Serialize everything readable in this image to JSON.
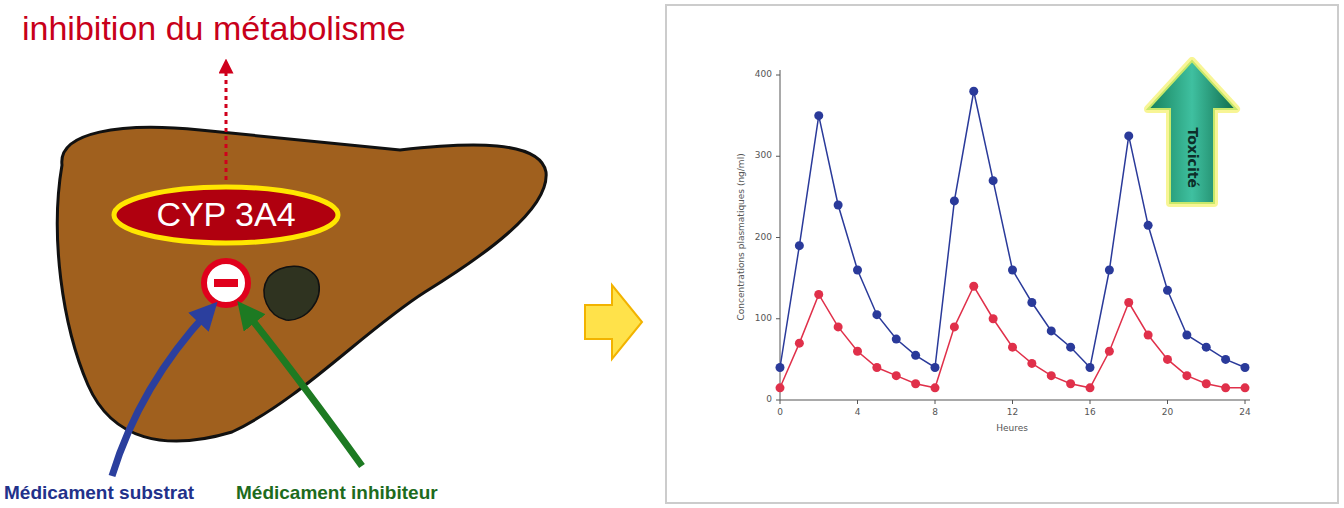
{
  "diagram": {
    "nodes": [
      {
        "text": [
          "CYP 3A4"
        ]
      },
      {
        "text": [
          "Toxicité"
        ]
      }
    ],
    "labels": [
      "inhibition du métabolisme",
      "Médicament substrat",
      "Médicament inhibiteur",
      "400",
      "300",
      "200",
      "100",
      "0",
      "Concentrations plasmatiques (ng/ml)",
      "0",
      "4",
      "8",
      "12",
      "16",
      "20",
      "24",
      "Heures"
    ]
  }
}
